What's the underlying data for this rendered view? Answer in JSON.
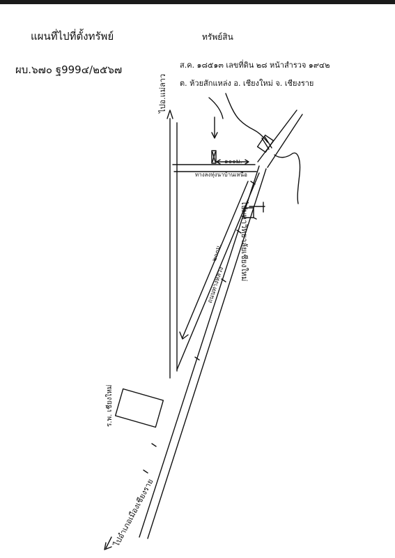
{
  "header": {
    "title": "แผนที่ไปที่ตั้งทรัพย์",
    "doc_no": "ผบ.๖๗๐ ฐ999๔/๒๕๖๗"
  },
  "owner_heading": "ทรัพย์สิน",
  "deed": "ส.ค. ๑๘๕๑๓ เลขที่ดิน ๒๘ หน้าสำรวจ ๑๙๔๒",
  "address": "ต. ห้วยสักแหล่ง อ. เชียงใหม่ จ. เชียงราย",
  "labels": {
    "to_mae_lao": "ไปอ.แม่ลาว",
    "distance": "๑๐๐ม.",
    "bridge": "ทางลงทุ่งนาบ้านเหนือ",
    "cri": "ไปมหาวิทยาลัยเชียงใหม่",
    "road_a": "๒๐๐ม.",
    "road_b": "ถนนทางหลวง",
    "hospital": "ร.พ. เชียงใหม่",
    "to_chiang_rai": "ไปอำเภอเมืองเชียงราย"
  },
  "colors": {
    "ink": "#111111",
    "paper": "#ffffff"
  }
}
